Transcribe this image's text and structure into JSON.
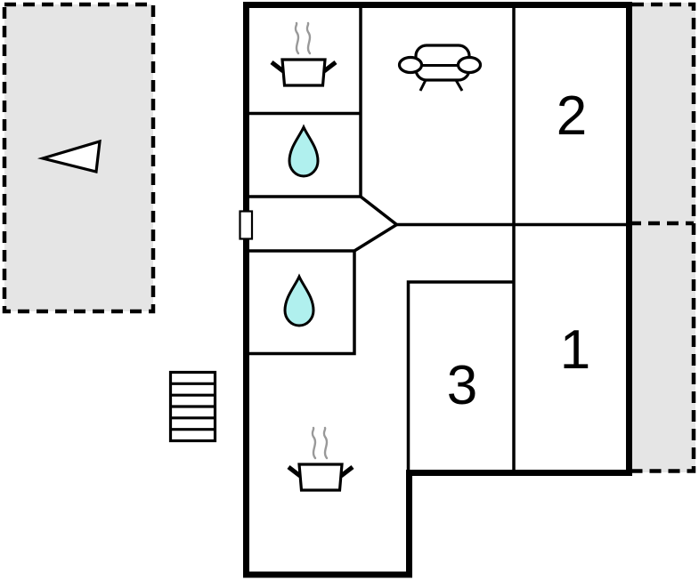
{
  "floorplan": {
    "rooms": [
      {
        "label": "2"
      },
      {
        "label": "1"
      },
      {
        "label": "3"
      }
    ],
    "icons": [
      "north-arrow-icon",
      "stairs-icon",
      "cooking-pot-icon",
      "water-drop-icon",
      "sofa-icon",
      "door-icon"
    ],
    "colors": {
      "wall": "#000000",
      "terrace_fill": "#e5e5e5",
      "water_drop_fill": "#b0f0ee",
      "steam": "#999999",
      "furniture_fill": "#ffffff",
      "background": "#ffffff"
    }
  }
}
